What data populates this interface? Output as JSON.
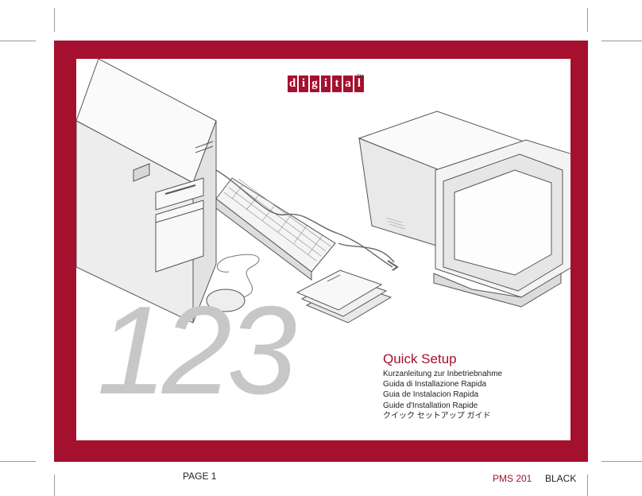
{
  "brand": {
    "letters": [
      "d",
      "i",
      "g",
      "i",
      "t",
      "a",
      "l"
    ],
    "trademark": "TM"
  },
  "cover": {
    "big_number": "123",
    "title": "Quick Setup",
    "subtitles": [
      "Kurzanleitung zur Inbetriebnahme",
      "Guida di Installazione Rapida",
      "Guia de Instalacion Rapida",
      "Guide d'Installation Rapide",
      "クイック セットアップ ガイド"
    ]
  },
  "footer": {
    "page_label": "PAGE 1",
    "pms_label": "PMS 201",
    "color_label": "BLACK"
  },
  "colors": {
    "frame": "#a5102f",
    "big_number": "#c7c7c7",
    "title": "#a5102f"
  },
  "illustration": {
    "icons": [
      "computer-tower-icon",
      "keyboard-icon",
      "mouse-icon",
      "manuals-icon",
      "crt-monitor-icon",
      "power-cord-icon"
    ]
  }
}
